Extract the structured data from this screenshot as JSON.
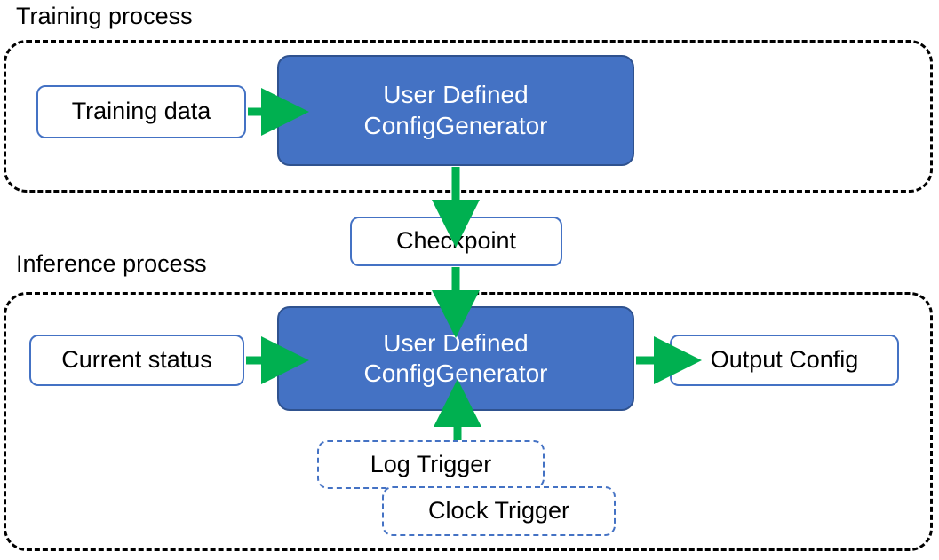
{
  "diagram": {
    "title_training": "Training process",
    "title_inference": "Inference process",
    "colors": {
      "node_fill_blue": "#4472C4",
      "node_border_blue": "#2F528F",
      "plain_border_blue": "#4472C4",
      "arrow_green": "#00B050",
      "container_border": "#000000",
      "text_dark": "#000000",
      "text_light": "#FFFFFF",
      "background": "#FFFFFF"
    },
    "training": {
      "input_node": "Training data",
      "generator_line1": "User Defined",
      "generator_line2": "ConfigGenerator"
    },
    "shared": {
      "checkpoint": "Checkpoint"
    },
    "inference": {
      "input_node": "Current status",
      "generator_line1": "User Defined",
      "generator_line2": "ConfigGenerator",
      "output_node": "Output Config",
      "trigger_log": "Log Trigger",
      "trigger_clock": "Clock Trigger"
    },
    "edges": [
      {
        "from": "Training data",
        "to": "User Defined ConfigGenerator",
        "direction": "right"
      },
      {
        "from": "User Defined ConfigGenerator",
        "to": "Checkpoint",
        "direction": "down"
      },
      {
        "from": "Checkpoint",
        "to": "User Defined ConfigGenerator",
        "direction": "down"
      },
      {
        "from": "Current status",
        "to": "User Defined ConfigGenerator",
        "direction": "right"
      },
      {
        "from": "User Defined ConfigGenerator",
        "to": "Output Config",
        "direction": "right"
      },
      {
        "from": "Log Trigger",
        "to": "User Defined ConfigGenerator",
        "direction": "up"
      }
    ]
  }
}
